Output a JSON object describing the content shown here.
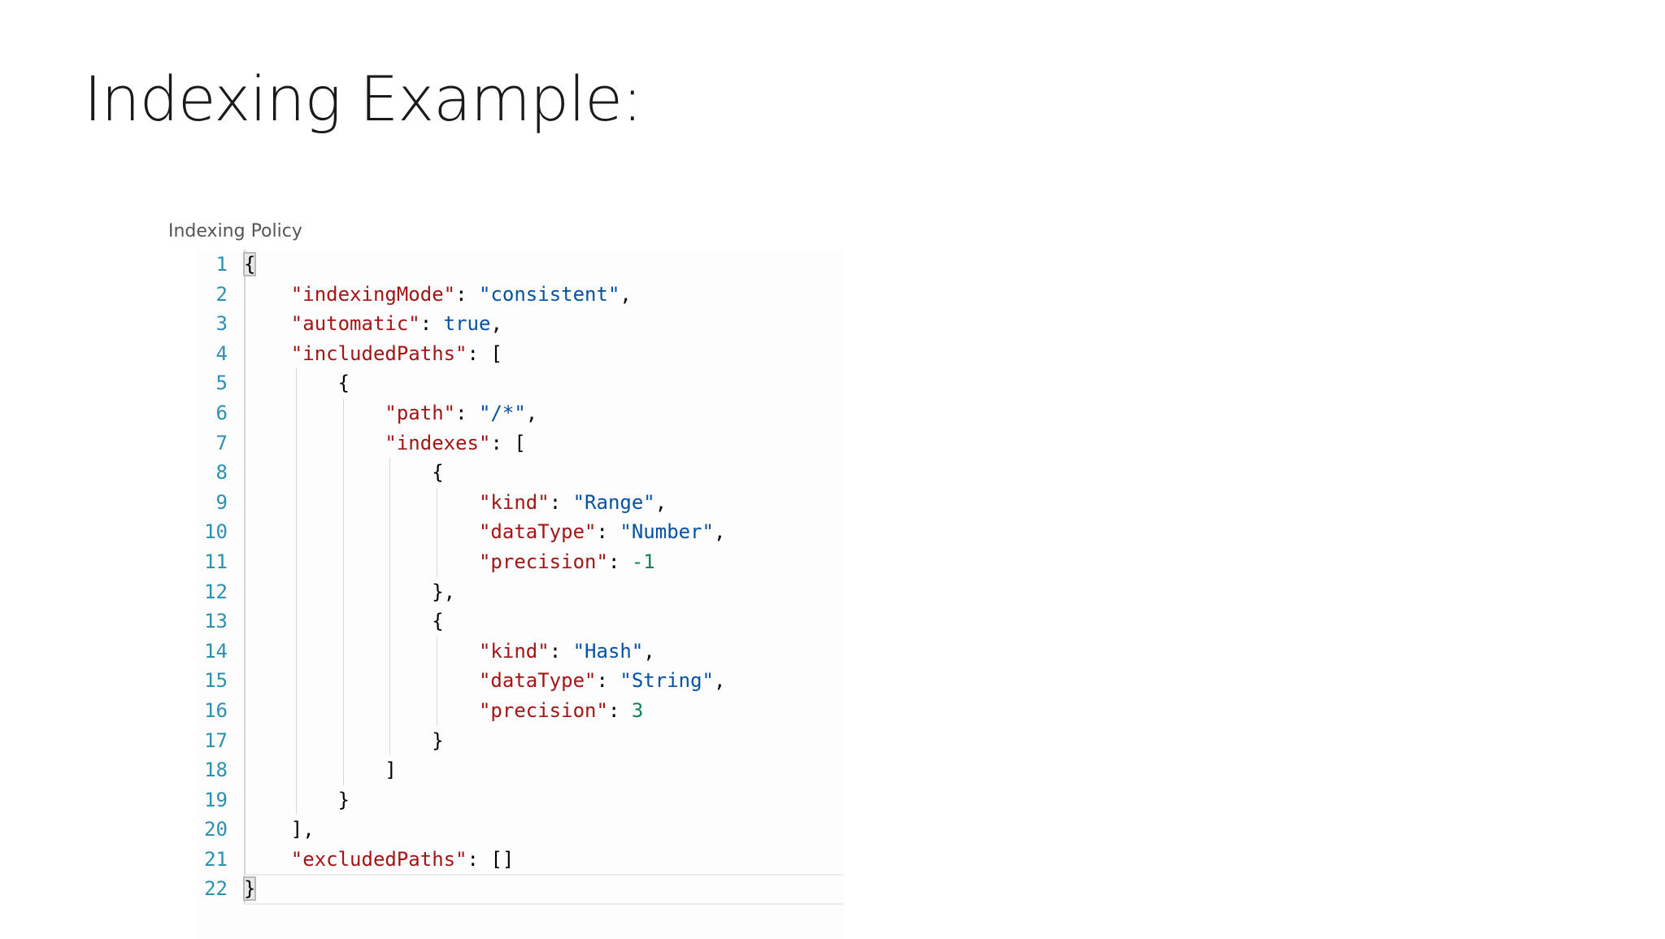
{
  "slide": {
    "title": "Indexing Example:"
  },
  "editor": {
    "label": "Indexing Policy",
    "lines": [
      {
        "n": "1",
        "tokens": [
          {
            "t": "{",
            "c": "brace-box"
          }
        ]
      },
      {
        "n": "2",
        "tokens": [
          {
            "t": "    "
          },
          {
            "t": "\"indexingMode\"",
            "c": "k"
          },
          {
            "t": ": "
          },
          {
            "t": "\"consistent\"",
            "c": "s"
          },
          {
            "t": ","
          }
        ]
      },
      {
        "n": "3",
        "tokens": [
          {
            "t": "    "
          },
          {
            "t": "\"automatic\"",
            "c": "k"
          },
          {
            "t": ": "
          },
          {
            "t": "true",
            "c": "b"
          },
          {
            "t": ","
          }
        ]
      },
      {
        "n": "4",
        "tokens": [
          {
            "t": "    "
          },
          {
            "t": "\"includedPaths\"",
            "c": "k"
          },
          {
            "t": ": ["
          }
        ]
      },
      {
        "n": "5",
        "tokens": [
          {
            "t": "        {"
          }
        ]
      },
      {
        "n": "6",
        "tokens": [
          {
            "t": "            "
          },
          {
            "t": "\"path\"",
            "c": "k"
          },
          {
            "t": ": "
          },
          {
            "t": "\"/*\"",
            "c": "s"
          },
          {
            "t": ","
          }
        ]
      },
      {
        "n": "7",
        "tokens": [
          {
            "t": "            "
          },
          {
            "t": "\"indexes\"",
            "c": "k"
          },
          {
            "t": ": ["
          }
        ]
      },
      {
        "n": "8",
        "tokens": [
          {
            "t": "                {"
          }
        ]
      },
      {
        "n": "9",
        "tokens": [
          {
            "t": "                    "
          },
          {
            "t": "\"kind\"",
            "c": "k"
          },
          {
            "t": ": "
          },
          {
            "t": "\"Range\"",
            "c": "s"
          },
          {
            "t": ","
          }
        ]
      },
      {
        "n": "10",
        "tokens": [
          {
            "t": "                    "
          },
          {
            "t": "\"dataType\"",
            "c": "k"
          },
          {
            "t": ": "
          },
          {
            "t": "\"Number\"",
            "c": "s"
          },
          {
            "t": ","
          }
        ]
      },
      {
        "n": "11",
        "tokens": [
          {
            "t": "                    "
          },
          {
            "t": "\"precision\"",
            "c": "k"
          },
          {
            "t": ": "
          },
          {
            "t": "-1",
            "c": "n"
          }
        ]
      },
      {
        "n": "12",
        "tokens": [
          {
            "t": "                },"
          }
        ]
      },
      {
        "n": "13",
        "tokens": [
          {
            "t": "                {"
          }
        ]
      },
      {
        "n": "14",
        "tokens": [
          {
            "t": "                    "
          },
          {
            "t": "\"kind\"",
            "c": "k"
          },
          {
            "t": ": "
          },
          {
            "t": "\"Hash\"",
            "c": "s"
          },
          {
            "t": ","
          }
        ]
      },
      {
        "n": "15",
        "tokens": [
          {
            "t": "                    "
          },
          {
            "t": "\"dataType\"",
            "c": "k"
          },
          {
            "t": ": "
          },
          {
            "t": "\"String\"",
            "c": "s"
          },
          {
            "t": ","
          }
        ]
      },
      {
        "n": "16",
        "tokens": [
          {
            "t": "                    "
          },
          {
            "t": "\"precision\"",
            "c": "k"
          },
          {
            "t": ": "
          },
          {
            "t": "3",
            "c": "n"
          }
        ]
      },
      {
        "n": "17",
        "tokens": [
          {
            "t": "                }"
          }
        ]
      },
      {
        "n": "18",
        "tokens": [
          {
            "t": "            ]"
          }
        ]
      },
      {
        "n": "19",
        "tokens": [
          {
            "t": "        }"
          }
        ]
      },
      {
        "n": "20",
        "tokens": [
          {
            "t": "    ],"
          }
        ]
      },
      {
        "n": "21",
        "tokens": [
          {
            "t": "    "
          },
          {
            "t": "\"excludedPaths\"",
            "c": "k"
          },
          {
            "t": ": []"
          }
        ]
      },
      {
        "n": "22",
        "tokens": [
          {
            "t": "}",
            "c": "brace-box"
          }
        ],
        "current": true
      }
    ]
  },
  "colors": {
    "line_number": "#2b91af",
    "json_key": "#a31515",
    "json_string": "#0451a5",
    "json_number": "#098658",
    "title_text": "#1a1a1a"
  }
}
